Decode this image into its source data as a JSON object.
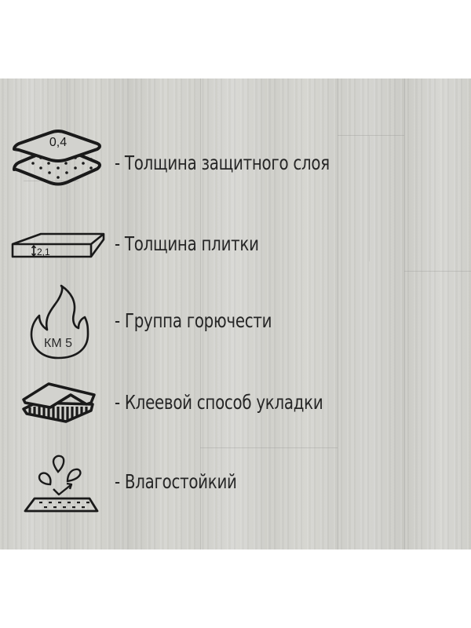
{
  "background": {
    "panel_color": "#d3d3cf",
    "page_color": "#ffffff"
  },
  "features": [
    {
      "icon": "protective-layer-icon",
      "icon_text": "0,4",
      "label": "- Толщина защитного слоя"
    },
    {
      "icon": "tile-thickness-icon",
      "icon_text": "2,1",
      "label": "- Толщина плитки"
    },
    {
      "icon": "flame-icon",
      "icon_text": "КМ 5",
      "label": "- Группа горючести"
    },
    {
      "icon": "glue-installation-icon",
      "icon_text": "",
      "label": "- Клеевой способ укладки"
    },
    {
      "icon": "water-resistant-icon",
      "icon_text": "",
      "label": "- Влагостойкий"
    }
  ],
  "colors": {
    "text": "#262626",
    "icon_stroke": "#1a1a1a"
  }
}
